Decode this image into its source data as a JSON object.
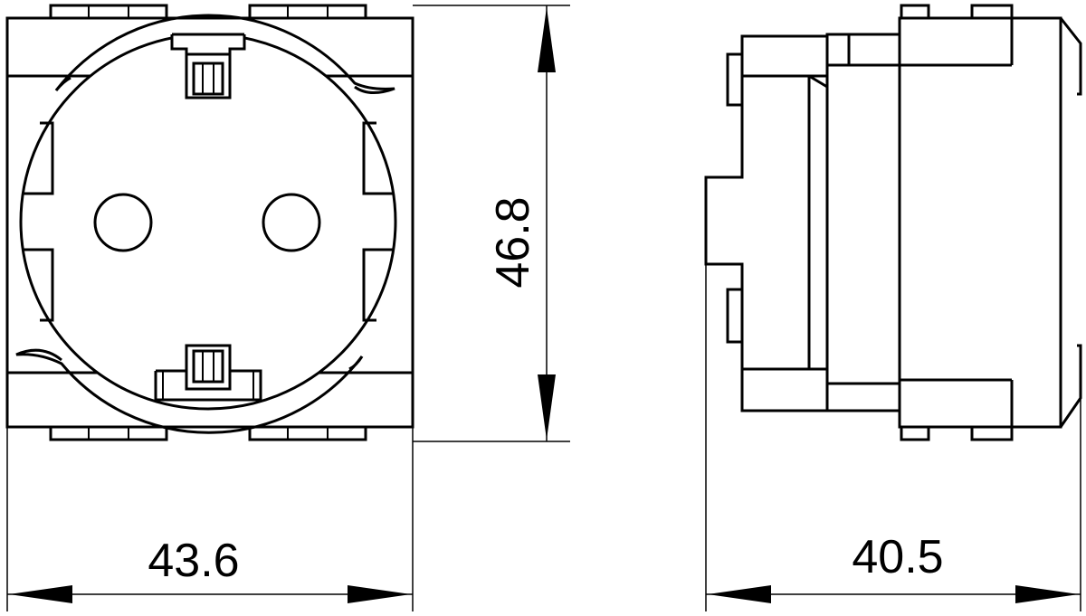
{
  "dimensions": {
    "height": "46.8",
    "front_width": "43.6",
    "side_depth": "40.5"
  }
}
